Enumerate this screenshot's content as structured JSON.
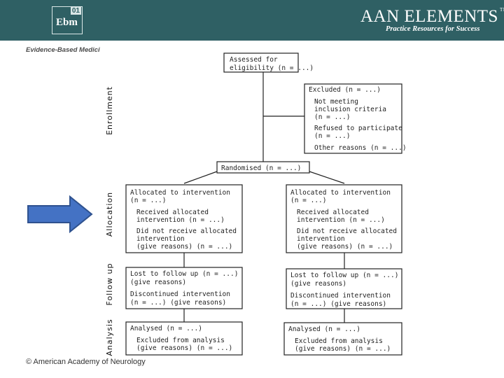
{
  "header": {
    "ebm_badge": "01",
    "ebm_logo": "Ebm",
    "aan_title": "AAN ELEMENTS",
    "aan_tm": "TM",
    "aan_tagline": "Practice Resources for Success",
    "ebm_caption": "Evidence-Based Medici"
  },
  "footer": {
    "copyright": "© American Academy of Neurology"
  },
  "colors": {
    "header_bg": "#2f6064",
    "arrow_fill": "#4472c4",
    "arrow_stroke": "#2f528f"
  },
  "stages": {
    "enrollment": "Enrollment",
    "allocation": "Allocation",
    "followup": "Follow up",
    "analysis": "Analysis"
  },
  "boxes": {
    "assessed": [
      "Assessed for",
      "eligibility (n = ...)"
    ],
    "excluded": [
      "Excluded (n = ...)",
      "Not meeting",
      "inclusion criteria",
      "(n = ...)",
      "Refused to participate",
      "(n = ...)",
      "Other reasons (n = ...)"
    ],
    "randomised": [
      "Randomised (n = ...)"
    ],
    "alloc_left": [
      "Allocated to intervention",
      "(n = ...)",
      "Received allocated",
      "intervention (n = ...)",
      "Did not receive allocated",
      "intervention",
      "(give reasons) (n = ...)"
    ],
    "alloc_right": [
      "Allocated to intervention",
      "(n = ...)",
      "Received allocated",
      "intervention (n = ...)",
      "Did not receive allocated",
      "intervention",
      "(give reasons) (n = ...)"
    ],
    "follow_left": [
      "Lost to follow up (n = ...)",
      "(give reasons)",
      "Discontinued intervention",
      "(n = ...) (give reasons)"
    ],
    "follow_right": [
      "Lost to follow up (n = ...)",
      "(give reasons)",
      "Discontinued intervention",
      "(n = ...) (give reasons)"
    ],
    "analysis_left": [
      "Analysed (n = ...)",
      "Excluded from analysis",
      "(give reasons) (n = ...)"
    ],
    "analysis_right": [
      "Analysed (n = ...)",
      "Excluded from analysis",
      "(give reasons) (n = ...)"
    ]
  }
}
